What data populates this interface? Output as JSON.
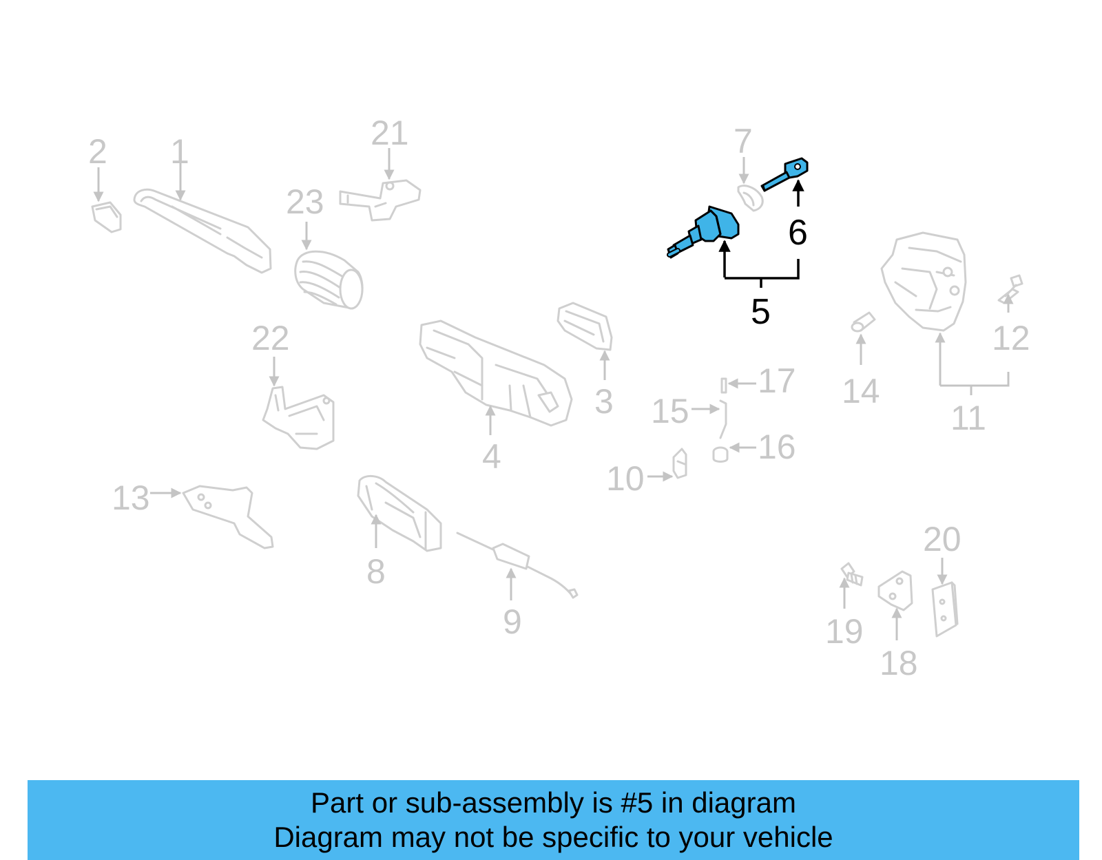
{
  "banner": {
    "background_color": "#4cb8f1",
    "line1": "Part or sub-assembly is #5 in diagram",
    "line2": "Diagram may not be specific to your vehicle"
  },
  "highlight_color": "#3fb4e8",
  "dim_color": "#c8c8c8",
  "callouts": {
    "c1": "1",
    "c2": "2",
    "c3": "3",
    "c4": "4",
    "c5": "5",
    "c6": "6",
    "c7": "7",
    "c8": "8",
    "c9": "9",
    "c10": "10",
    "c11": "11",
    "c12": "12",
    "c13": "13",
    "c14": "14",
    "c15": "15",
    "c16": "16",
    "c17": "17",
    "c18": "18",
    "c19": "19",
    "c20": "20",
    "c21": "21",
    "c22": "22",
    "c23": "23"
  }
}
